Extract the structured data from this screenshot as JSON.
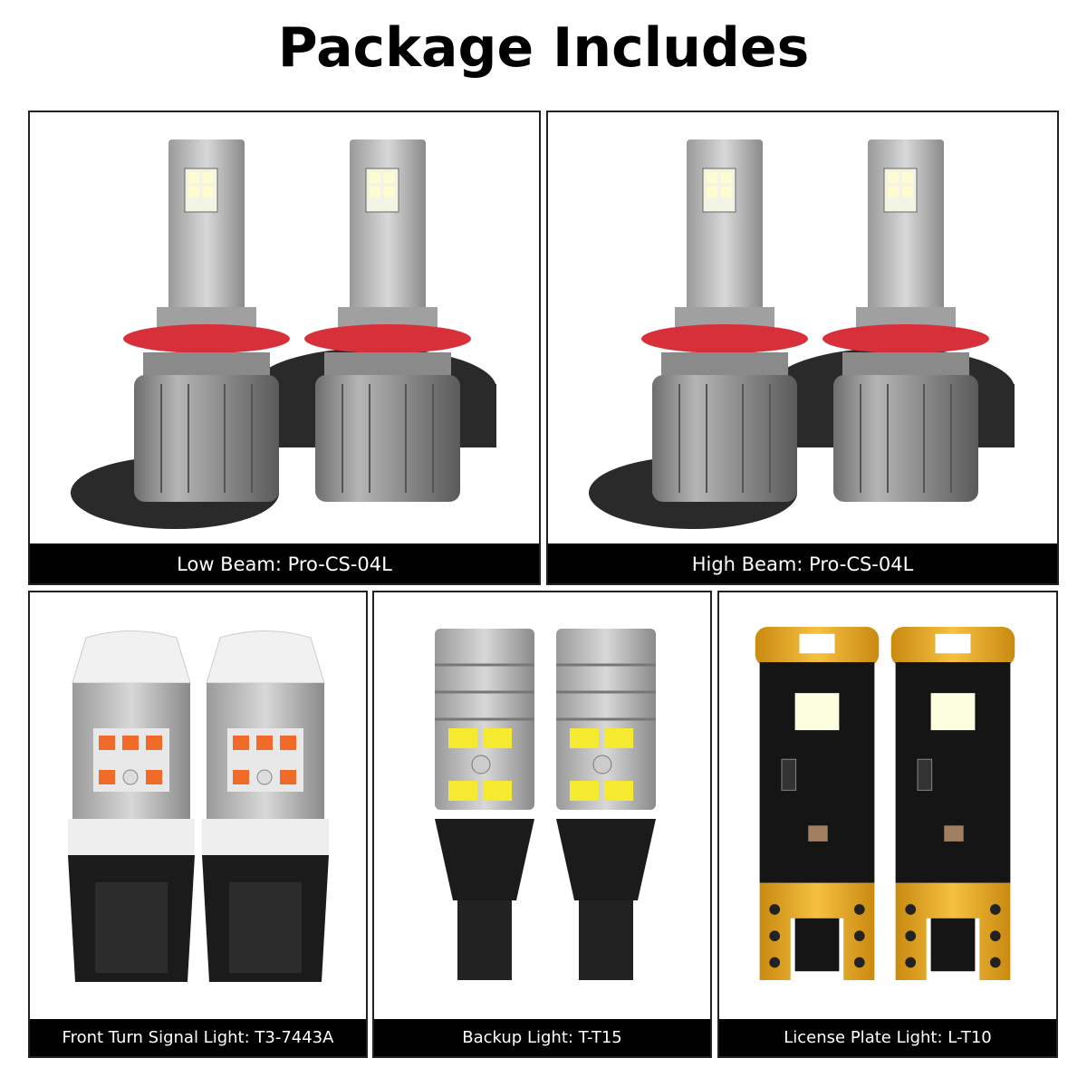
{
  "title": "Package Includes",
  "panels": [
    {
      "label": "Low Beam: Pro-CS-04L",
      "product": "h11-led-headlight-bulb-pair"
    },
    {
      "label": "High Beam: Pro-CS-04L",
      "product": "h11-led-headlight-bulb-pair"
    },
    {
      "label": "Front Turn Signal Light: T3-7443A",
      "product": "7443-led-bulb-pair"
    },
    {
      "label": "Backup Light: T-T15",
      "product": "t15-led-bulb-pair"
    },
    {
      "label": "License Plate Light: L-T10",
      "product": "t10-led-bulb-pair"
    }
  ],
  "colors": {
    "accent_red": "#d8303a",
    "label_bar": "#000000",
    "led_orange": "#f06a2a",
    "led_yellow": "#f5ea30",
    "pcb_gold": "#f0b030"
  }
}
